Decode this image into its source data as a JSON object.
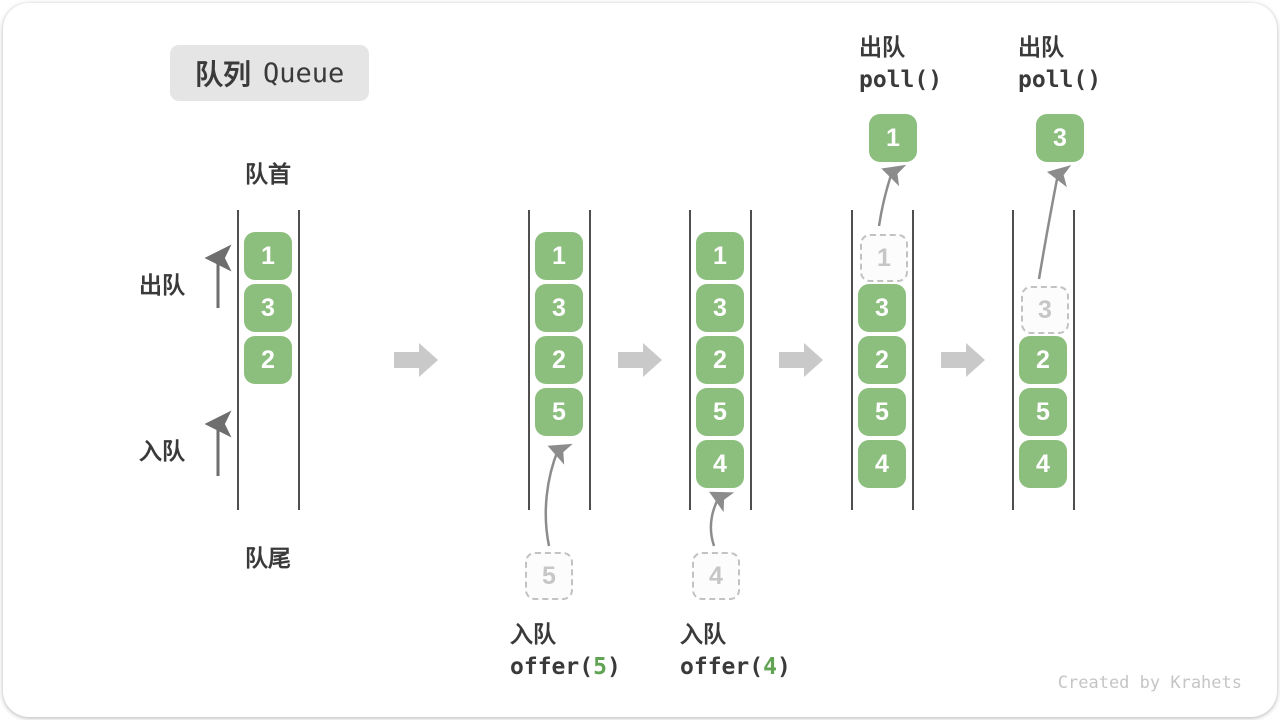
{
  "title": {
    "zh": "队列",
    "en": "Queue"
  },
  "labels": {
    "front": "队首",
    "rear": "队尾",
    "dequeue_side": "出队",
    "enqueue_side": "入队"
  },
  "states": [
    {
      "boxes": [
        "1",
        "3",
        "2"
      ]
    },
    {
      "boxes": [
        "1",
        "3",
        "2",
        "5"
      ],
      "pending": "5"
    },
    {
      "boxes": [
        "1",
        "3",
        "2",
        "5",
        "4"
      ],
      "pending": "4"
    },
    {
      "removed": "1",
      "boxes": [
        "3",
        "2",
        "5",
        "4"
      ],
      "polled": "1"
    },
    {
      "removed": "3",
      "boxes": [
        "2",
        "5",
        "4"
      ],
      "polled": "3"
    }
  ],
  "ops": {
    "offer5": {
      "label": "入队",
      "code_pre": "offer(",
      "arg": "5",
      "code_post": ")"
    },
    "offer4": {
      "label": "入队",
      "code_pre": "offer(",
      "arg": "4",
      "code_post": ")"
    },
    "poll1": {
      "label": "出队",
      "code": "poll()"
    },
    "poll2": {
      "label": "出队",
      "code": "poll()"
    }
  },
  "credit": "Created by Krahets",
  "colors": {
    "box_green": "#8CBE7E",
    "arg_green": "#5FA353",
    "step_arrow_gray": "#C9C9C9",
    "pointer_arrow_gray": "#8C8C8C",
    "badge_bg": "#E5E5E5",
    "text_dark": "#3A3A3A"
  }
}
